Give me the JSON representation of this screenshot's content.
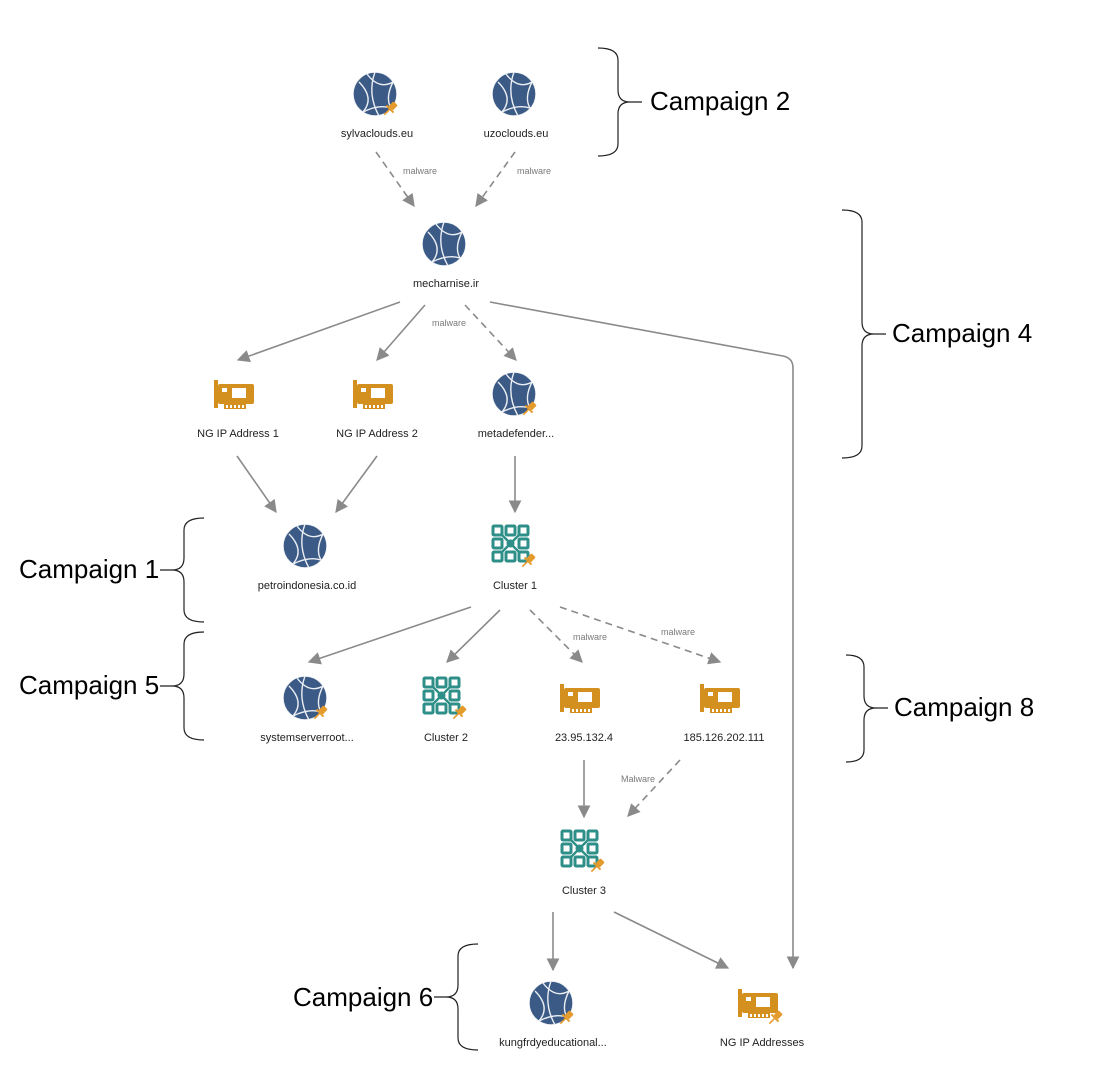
{
  "nodes": {
    "sylvaclouds": {
      "label": "sylvaclouds.eu",
      "icon": "globe-icon",
      "pinned": true
    },
    "uzoclouds": {
      "label": "uzoclouds.eu",
      "icon": "globe-icon",
      "pinned": false
    },
    "mecharnise": {
      "label": "mecharnise.ir",
      "icon": "globe-icon",
      "pinned": false
    },
    "ng_ip_1": {
      "label": "NG IP Address 1",
      "icon": "network-card-icon",
      "pinned": false
    },
    "ng_ip_2": {
      "label": "NG IP Address 2",
      "icon": "network-card-icon",
      "pinned": false
    },
    "metadefender": {
      "label": "metadefender...",
      "icon": "globe-icon",
      "pinned": true
    },
    "petroindonesia": {
      "label": "petroindonesia.co.id",
      "icon": "globe-icon",
      "pinned": false
    },
    "cluster_1": {
      "label": "Cluster 1",
      "icon": "cluster-icon",
      "pinned": true
    },
    "systemserverroot": {
      "label": "systemserverroot...",
      "icon": "globe-icon",
      "pinned": true
    },
    "cluster_2": {
      "label": "Cluster 2",
      "icon": "cluster-icon",
      "pinned": true
    },
    "ip_23": {
      "label": "23.95.132.4",
      "icon": "network-card-icon",
      "pinned": false
    },
    "ip_185": {
      "label": "185.126.202.111",
      "icon": "network-card-icon",
      "pinned": false
    },
    "cluster_3": {
      "label": "Cluster 3",
      "icon": "cluster-icon",
      "pinned": true
    },
    "kungfrdye": {
      "label": "kungfrdyeducational...",
      "icon": "globe-icon",
      "pinned": true
    },
    "ng_ip_addresses": {
      "label": "NG IP Addresses",
      "icon": "network-card-icon",
      "pinned": true
    }
  },
  "edge_labels": {
    "malware": "malware",
    "malware_capital": "Malware"
  },
  "campaigns": {
    "c1": "Campaign 1",
    "c2": "Campaign 2",
    "c4": "Campaign 4",
    "c5": "Campaign 5",
    "c6": "Campaign 6",
    "c8": "Campaign 8"
  },
  "colors": {
    "globe": "#3b5a86",
    "network_card": "#d4901e",
    "cluster": "#2e8f88",
    "pin": "#e59a2c",
    "edge": "#8a8a8a"
  }
}
